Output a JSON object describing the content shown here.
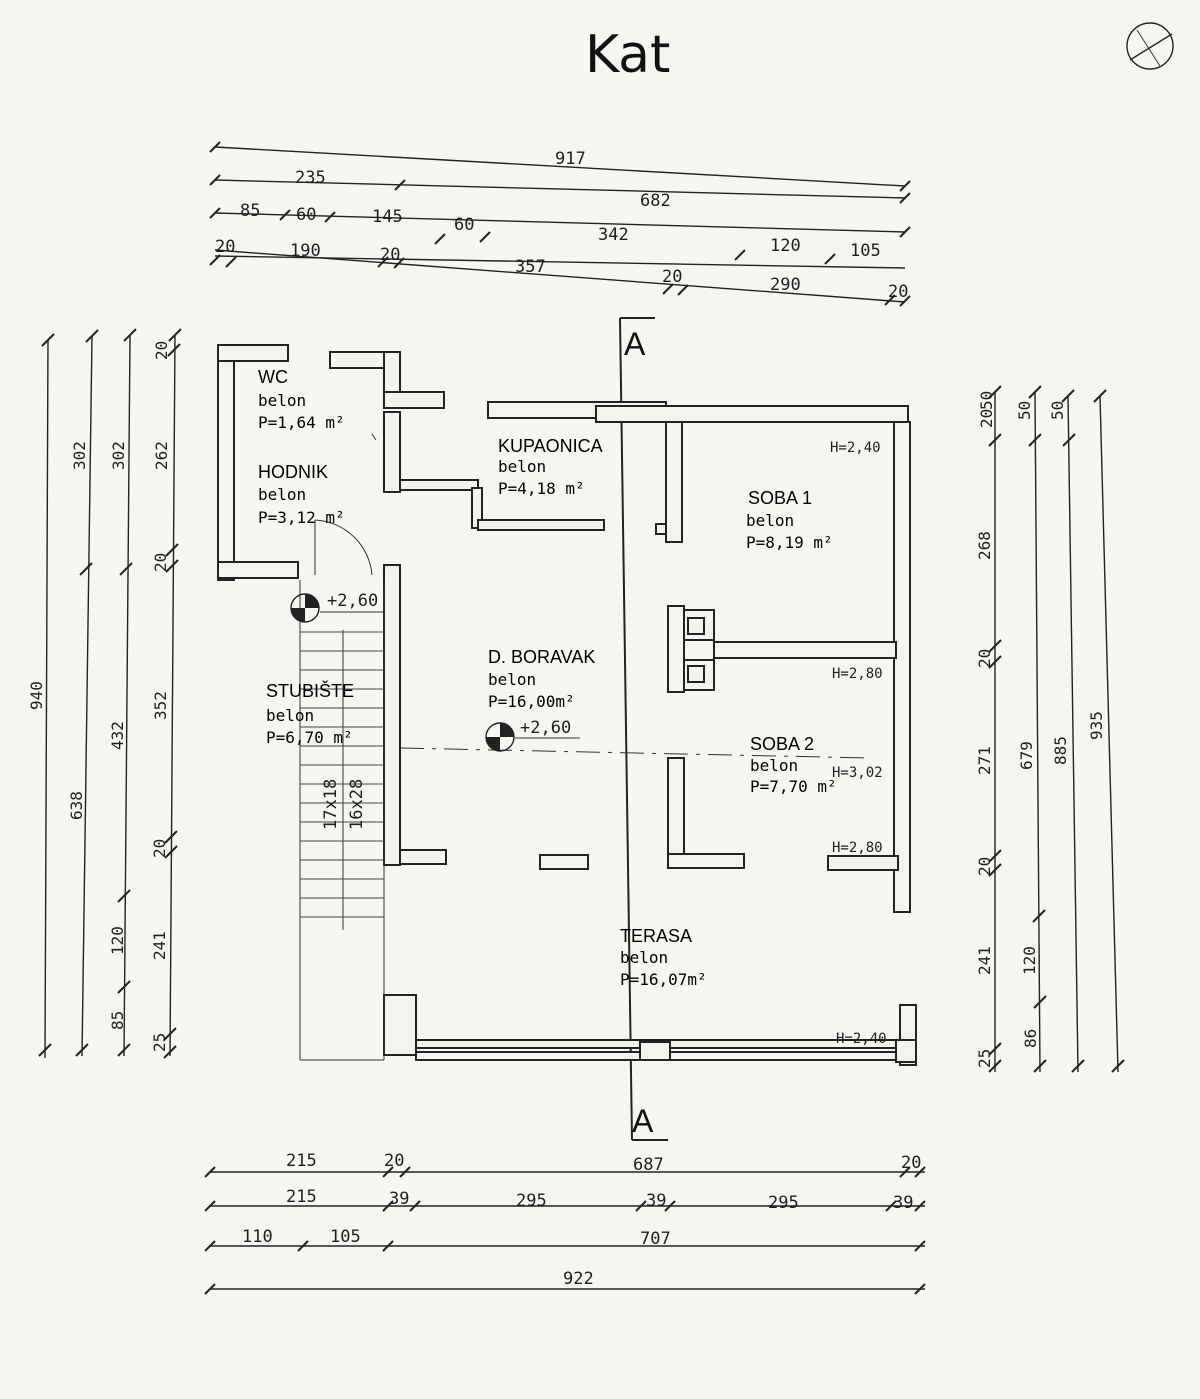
{
  "title": "Kat",
  "north_symbol": "north-arrow",
  "section_label_top": "A",
  "section_label_bottom": "A",
  "dims_top": {
    "row1": [
      "917"
    ],
    "row2": [
      "235",
      "682"
    ],
    "row3": [
      "85",
      "60",
      "145",
      "60",
      "342",
      "120",
      "105"
    ],
    "row4": [
      "20",
      "190",
      "20",
      "357",
      "20",
      "290",
      "20"
    ]
  },
  "dims_bottom": {
    "row1": [
      "215",
      "20",
      "687",
      "20"
    ],
    "row2": [
      "215",
      "39",
      "295",
      "39",
      "295",
      "39"
    ],
    "row3": [
      "110",
      "105",
      "707"
    ],
    "row4": [
      "922"
    ]
  },
  "dims_left": {
    "col1": [
      "940"
    ],
    "col2": [
      "302",
      "638"
    ],
    "col3": [
      "302",
      "432",
      "120",
      "85"
    ],
    "col4": [
      "20",
      "262",
      "20",
      "352",
      "20",
      "241",
      "25"
    ]
  },
  "dims_right": {
    "col1": [
      "20",
      "50",
      "268",
      "20",
      "271",
      "20",
      "241",
      "25"
    ],
    "col2": [
      "50",
      "679",
      "120",
      "86"
    ],
    "col3": [
      "50",
      "885"
    ],
    "col4": [
      "935"
    ]
  },
  "rooms": {
    "wc": {
      "name": "WC",
      "floor": "belon",
      "area": "P=1,64 m²"
    },
    "hodnik": {
      "name": "HODNIK",
      "floor": "belon",
      "area": "P=3,12 m²"
    },
    "kupaonica": {
      "name": "KUPAONICA",
      "floor": "belon",
      "area": "P=4,18 m²"
    },
    "soba1": {
      "name": "SOBA 1",
      "floor": "belon",
      "area": "P=8,19 m²"
    },
    "boravak": {
      "name": "D. BORAVAK",
      "floor": "belon",
      "area": "P=16,00m²"
    },
    "soba2": {
      "name": "SOBA 2",
      "floor": "belon",
      "area": "P=7,70 m²"
    },
    "stubiste": {
      "name": "STUBIŠTE",
      "floor": "belon",
      "area": "P=6,70 m²"
    },
    "terasa": {
      "name": "TERASA",
      "floor": "belon",
      "area": "P=16,07m²"
    }
  },
  "heights": {
    "h1": "H=2,40",
    "h2": "H=2,80",
    "h3": "H=3,02",
    "h4": "H=2,80",
    "h5": "H=2,40"
  },
  "levels": {
    "stair_level": "+2,60",
    "boravak_level": "+2,60"
  },
  "stair": {
    "step1": "17x18",
    "step2": "16x28"
  }
}
